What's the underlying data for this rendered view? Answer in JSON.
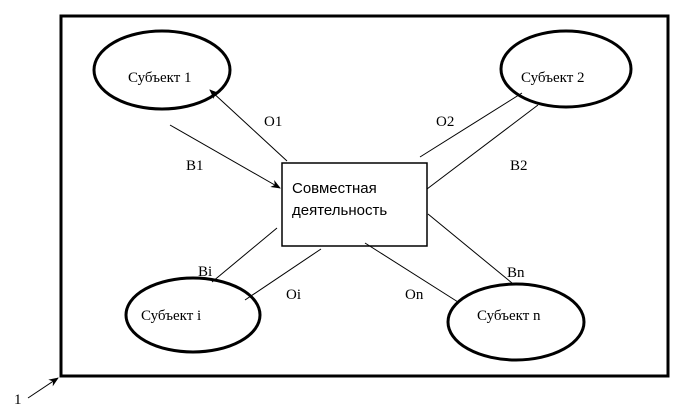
{
  "frame_label": "1",
  "center": {
    "line1": "Совместная",
    "line2": "деятельность"
  },
  "subjects": {
    "s1": "Субъект 1",
    "s2": "Субъект 2",
    "si": "Субъект i",
    "sn": "Субъект n"
  },
  "edges": {
    "o1": "O1",
    "b1": "B1",
    "o2": "O2",
    "b2": "B2",
    "bi": "Bi",
    "oi": "Oi",
    "on": "On",
    "bn": "Bn"
  }
}
